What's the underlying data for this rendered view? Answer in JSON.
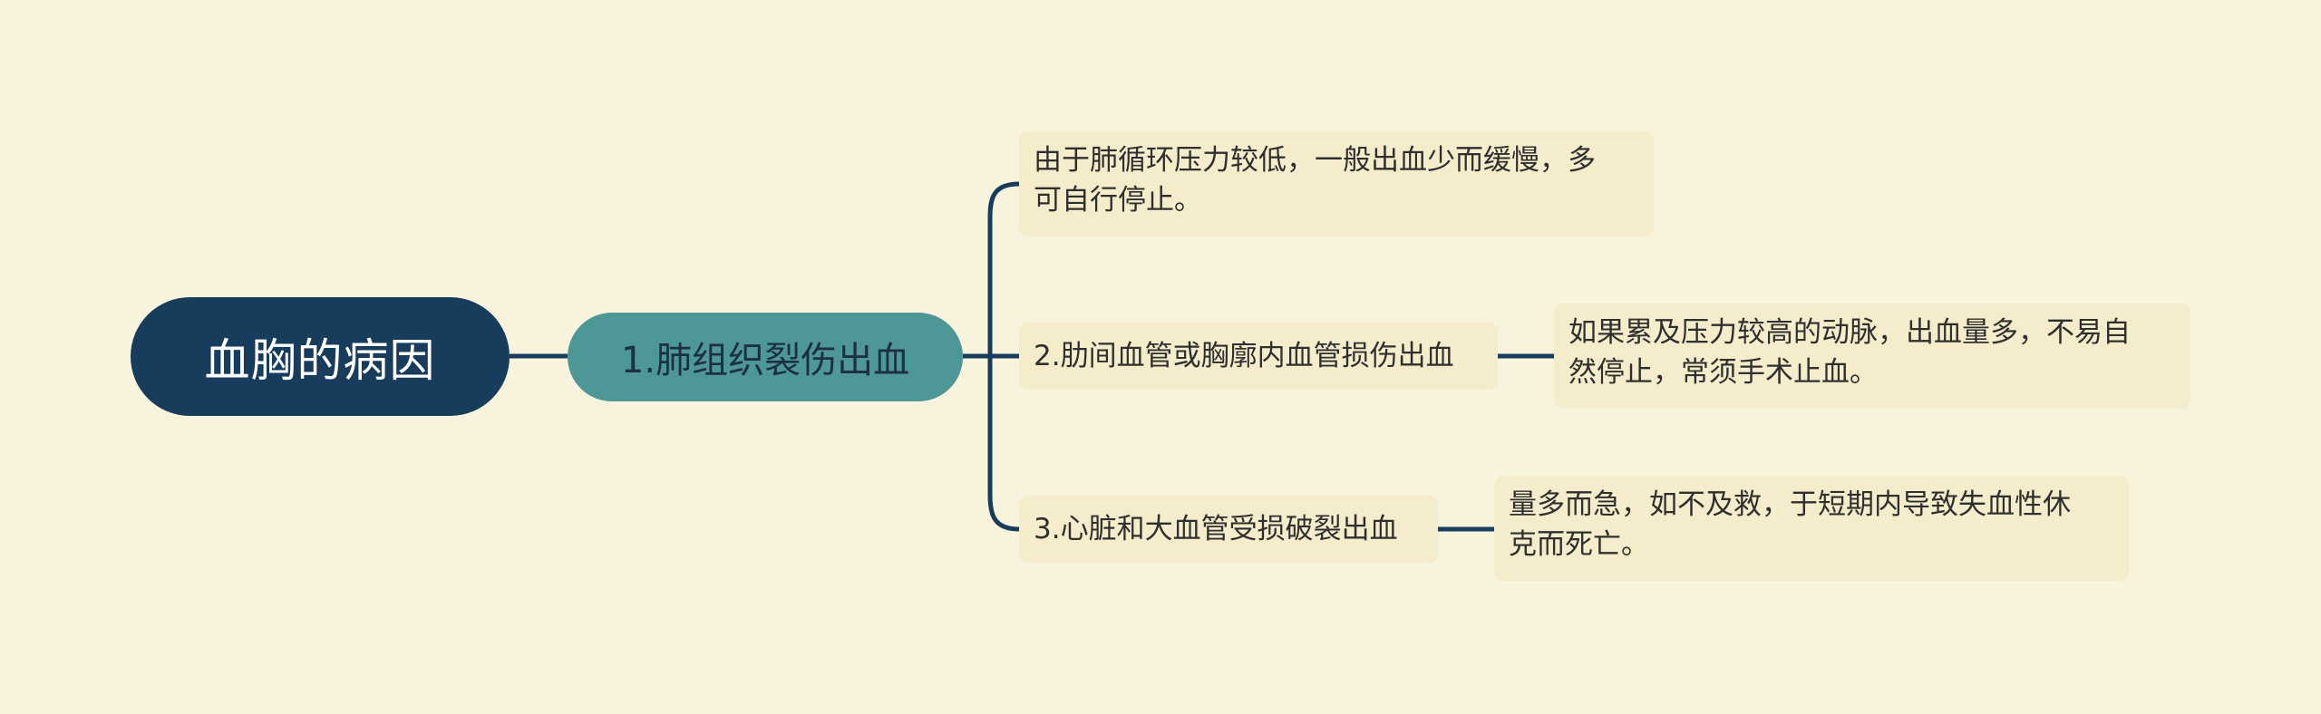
{
  "mindmap": {
    "root": {
      "label": "血胸的病因"
    },
    "main": {
      "label": "1.肺组织裂伤出血"
    },
    "sub1": {
      "lines": [
        "由于肺循环压力较低，一般出血少而缓慢，多",
        "可自行停止。"
      ]
    },
    "sub2": {
      "label": "2.肋间血管或胸廓内血管损伤出血"
    },
    "sub2_detail": {
      "lines": [
        "如果累及压力较高的动脉，出血量多，不易自",
        "然停止，常须手术止血。"
      ]
    },
    "sub3": {
      "label": "3.心脏和大血管受损破裂出血"
    },
    "sub3_detail": {
      "lines": [
        "量多而急，如不及救，于短期内导致失血性休",
        "克而死亡。"
      ]
    }
  },
  "colors": {
    "background": "#f8f3dd",
    "root_fill": "#173c5c",
    "main_fill": "#4d9797",
    "leaf_fill": "#f5eccb",
    "connector": "#173c5c"
  }
}
